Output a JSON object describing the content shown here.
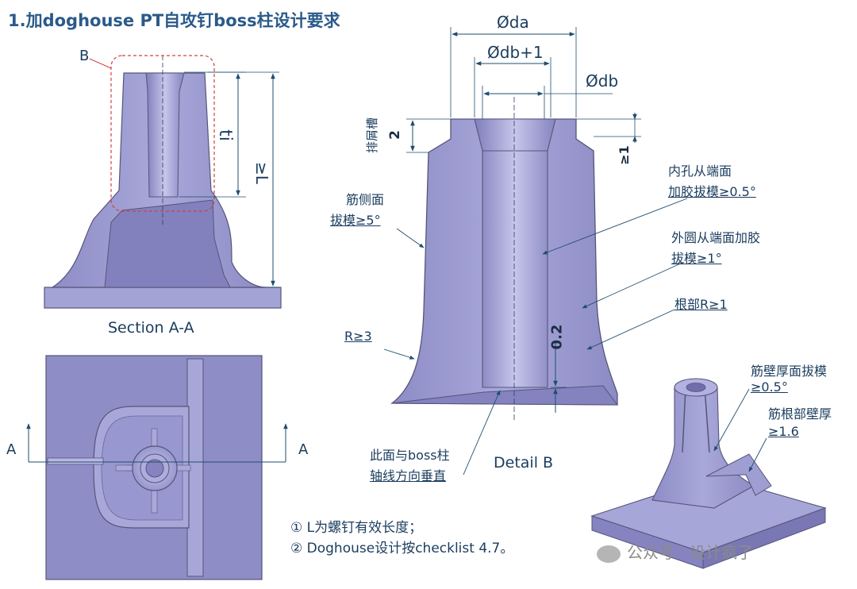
{
  "title": "1.加doghouse PT自攻钉boss柱设计要求",
  "section_label": "Section A-A",
  "detail_label": "Detail B",
  "view_markers": {
    "b": "B",
    "a_left": "A",
    "a_right": "A"
  },
  "dims": {
    "ti": "ti",
    "ge_l": "≥L",
    "da": "Øda",
    "db_plus1": "Ødb+1",
    "db": "Ødb",
    "slot_title": "排屑槽",
    "slot_value": "2",
    "ge1": "≥1",
    "offset": "0.2"
  },
  "callouts": {
    "rib_side": [
      "筋侧面",
      "拔模≥5°"
    ],
    "inner_hole": [
      "内孔从端面",
      "加胶拔模≥0.5°"
    ],
    "outer": [
      "外圆从端面加胶",
      "拔模≥1°"
    ],
    "root_r": "根部R≥1",
    "r3": "R≥3",
    "perpendicular": [
      "此面与boss柱",
      "轴线方向垂直"
    ],
    "rib_wall": [
      "筋壁厚面拔模",
      "≥0.5°"
    ],
    "rib_root": [
      "筋根部壁厚",
      "≥1.6"
    ]
  },
  "notes": [
    "① L为螺钉有效长度；",
    "② Doghouse设计按checklist 4.7。"
  ],
  "watermark": "公众号 · 设计疯了",
  "colors": {
    "part_fill": "#9c9bd0",
    "part_edge": "#55557a",
    "dim_line": "#1f4d6e",
    "title": "#2a5a8a"
  }
}
